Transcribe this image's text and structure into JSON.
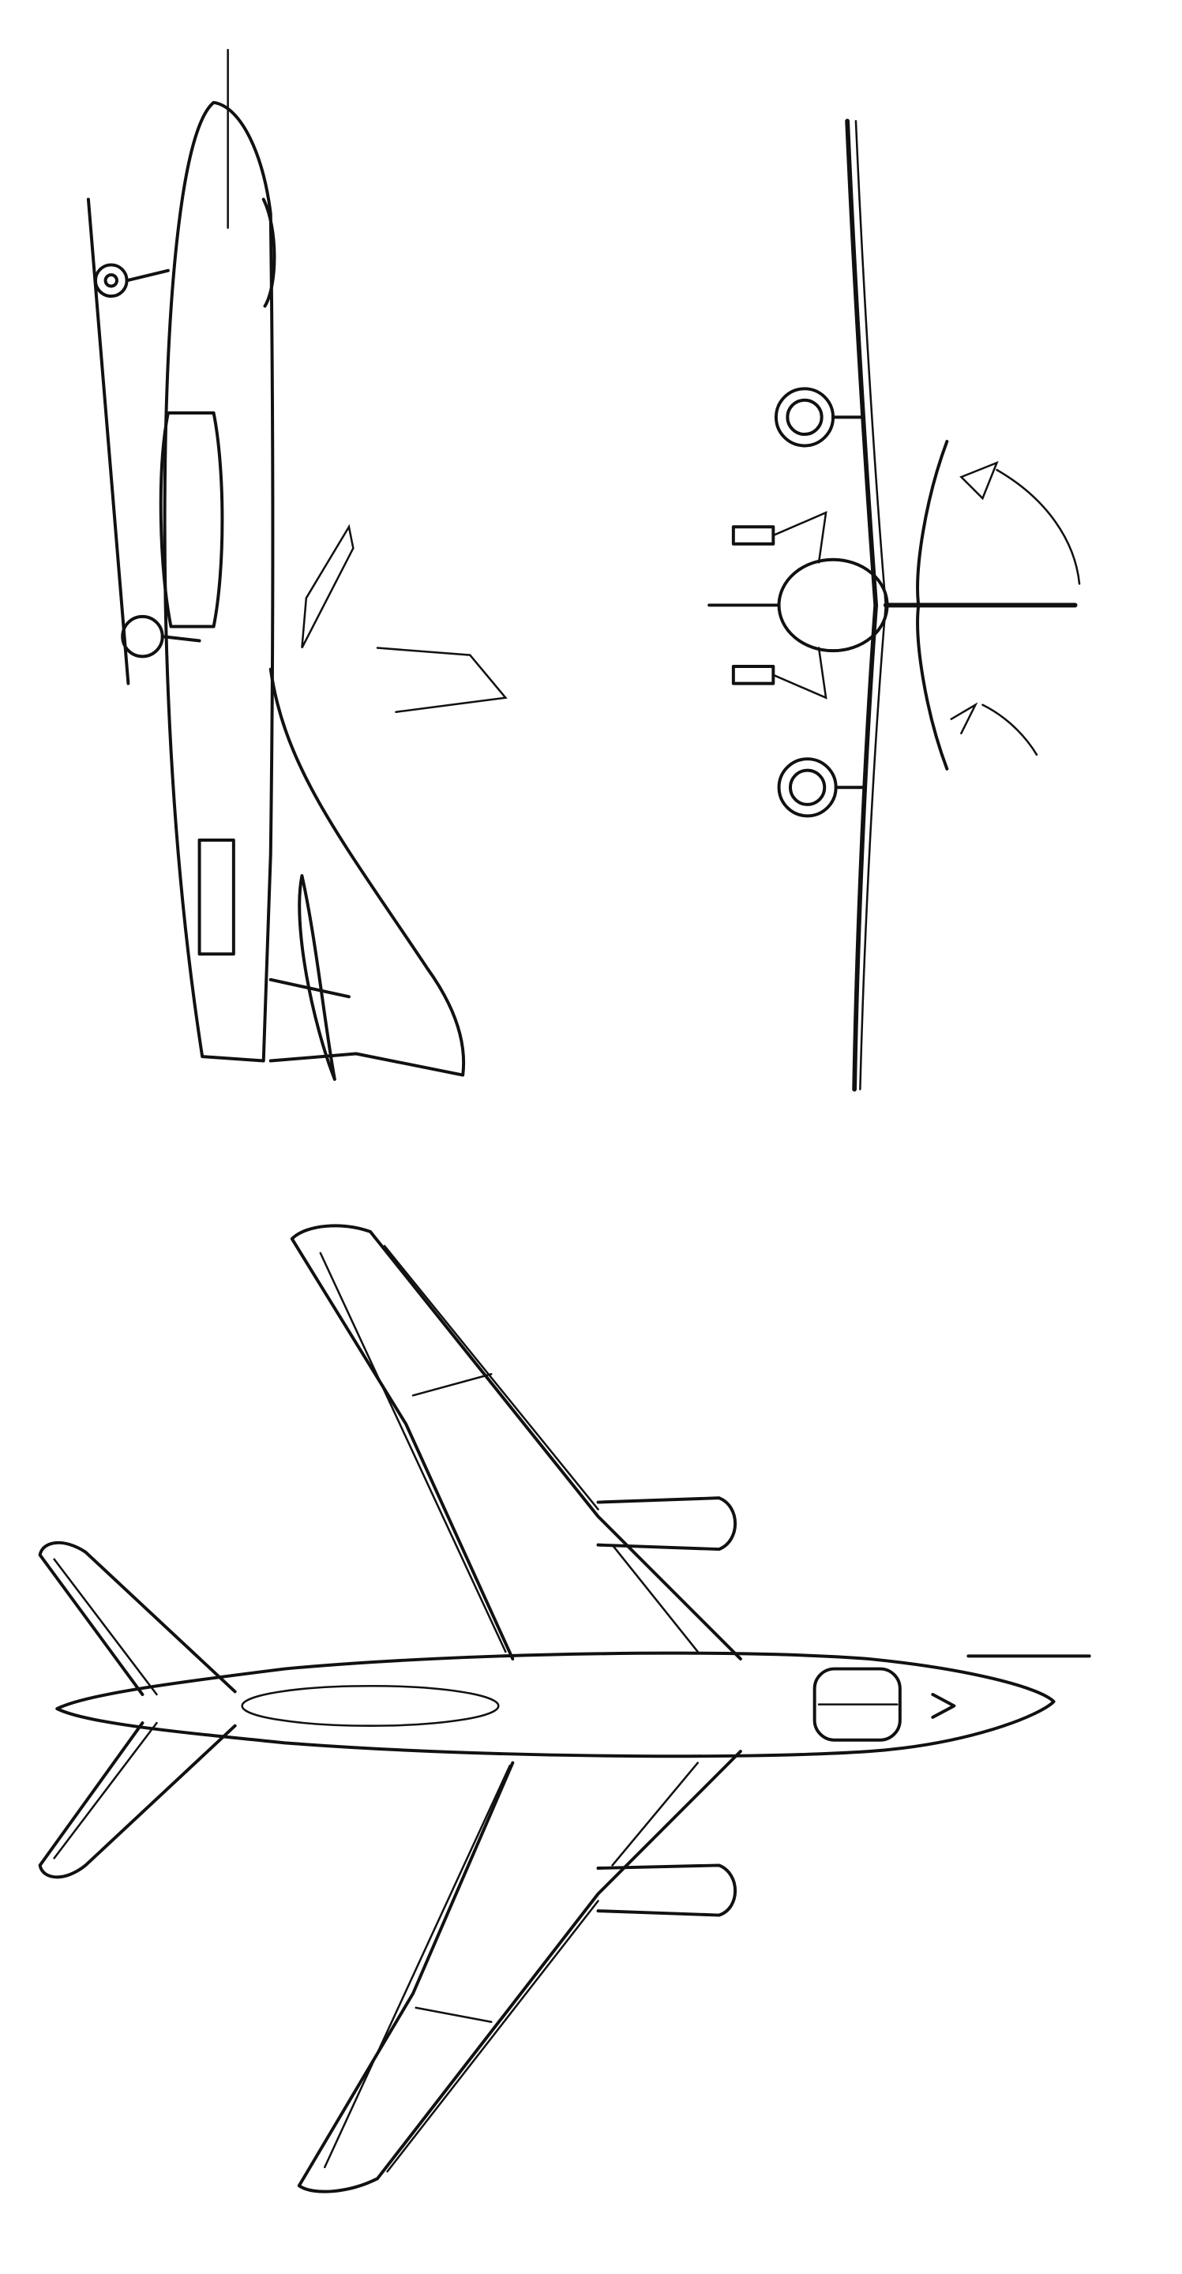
{
  "drawing": {
    "views": [
      "side-view",
      "front-view",
      "top-view"
    ],
    "colors": {
      "line": "#111111",
      "background": "#ffffff"
    }
  }
}
